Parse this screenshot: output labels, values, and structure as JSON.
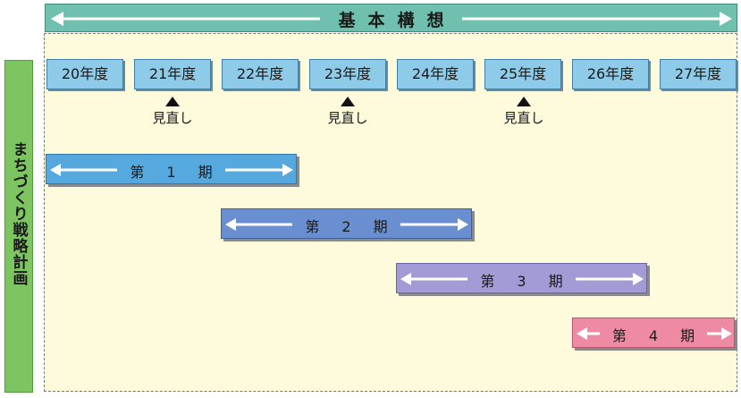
{
  "header": {
    "title": "基本構想"
  },
  "side": {
    "label": "まちづくり戦略計画"
  },
  "years": [
    "20年度",
    "21年度",
    "22年度",
    "23年度",
    "24年度",
    "25年度",
    "26年度",
    "27年度"
  ],
  "review_label": "見直し",
  "phases": [
    {
      "label": "第 1 期",
      "color": "#55a9df"
    },
    {
      "label": "第 2 期",
      "color": "#6a8fd0"
    },
    {
      "label": "第 3 期",
      "color": "#a39bd6"
    },
    {
      "label": "第 4 期",
      "color": "#ee8aa3"
    }
  ]
}
